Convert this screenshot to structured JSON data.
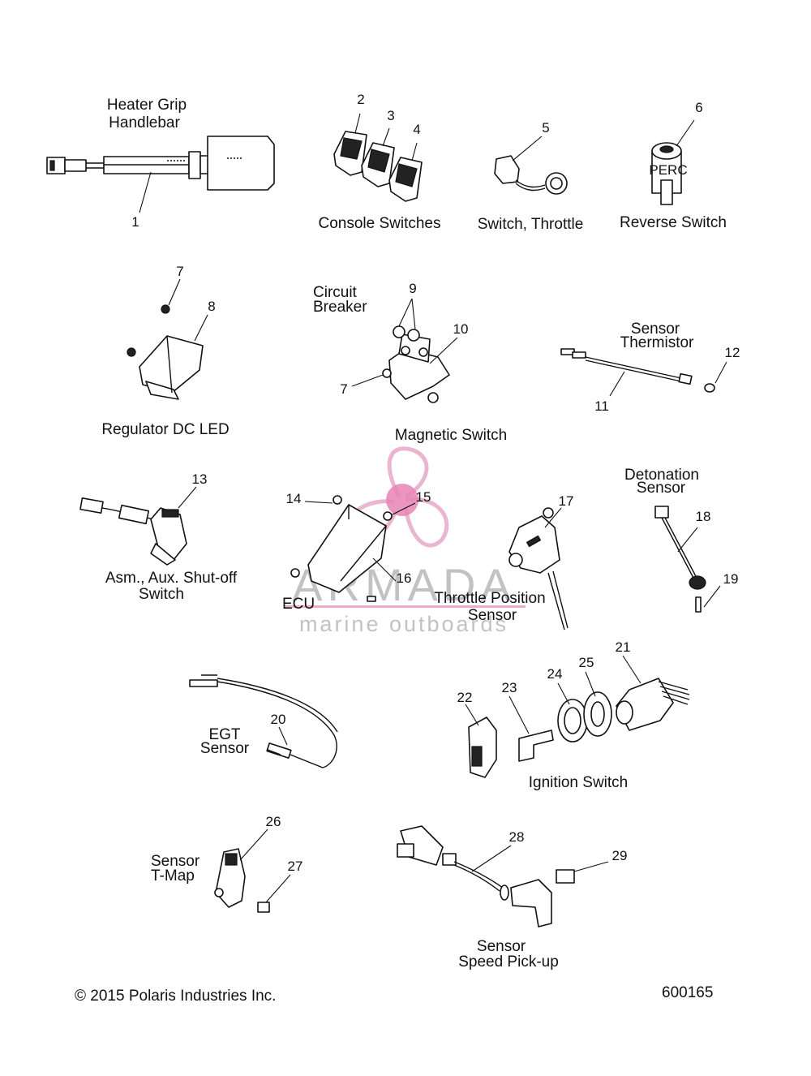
{
  "labels": {
    "heater_grip": [
      "Heater Grip",
      "Handlebar"
    ],
    "console_switches": "Console Switches",
    "switch_throttle": "Switch, Throttle",
    "reverse_switch": "Reverse Switch",
    "circuit_breaker": [
      "Circuit",
      "Breaker"
    ],
    "regulator": "Regulator DC LED",
    "magnetic_switch": "Magnetic Switch",
    "sensor_thermistor": [
      "Sensor",
      "Thermistor"
    ],
    "detonation_sensor": [
      "Detonation",
      "Sensor"
    ],
    "aux_shutoff": [
      "Asm., Aux. Shut-off",
      "Switch"
    ],
    "ecu": "ECU",
    "throttle_position": [
      "Throttle Position",
      "Sensor"
    ],
    "egt_sensor": [
      "EGT",
      "Sensor"
    ],
    "ignition_switch": "Ignition Switch",
    "sensor_tmap": [
      "Sensor",
      "T-Map"
    ],
    "speed_pickup": [
      "Sensor",
      "Speed Pick-up"
    ],
    "perc": "PERC"
  },
  "callouts": [
    "1",
    "2",
    "3",
    "4",
    "5",
    "6",
    "7",
    "8",
    "9",
    "10",
    "11",
    "12",
    "13",
    "14",
    "15",
    "16",
    "17",
    "18",
    "19",
    "20",
    "21",
    "22",
    "23",
    "24",
    "25",
    "26",
    "27",
    "28",
    "29"
  ],
  "watermark": {
    "brand": "ARMADA",
    "tagline": "marine outboards",
    "color": "#e46fa8"
  },
  "footer": {
    "copyright": "2015 Polaris Industries Inc.",
    "drawing_number": "600165"
  }
}
